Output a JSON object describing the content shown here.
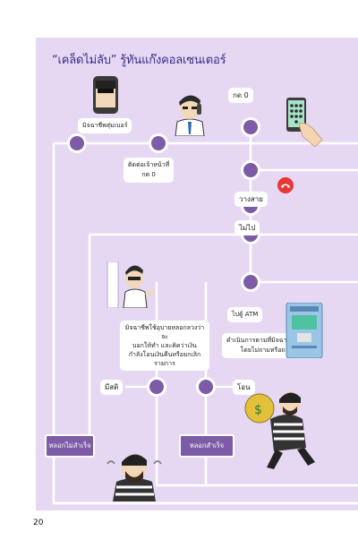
{
  "title": "“เคล็ดไม่ลับ” รู้ทันแก๊งคอลเซนเตอร์",
  "page_number": "20",
  "labels": {
    "random_number": "มิจฉาชีพสุ่มเบอร์",
    "contact_officer": "ติดต่อเจ้าหน้าที่\nกด 0",
    "press_0": "กด 0",
    "hang_up": "วางสาย",
    "dont": "ไม่ไป",
    "go_atm": "ไปตู้ ATM",
    "warning": "มิจฉาชีพใช้อุบายหลอกลวงว่าจะ\nบอกให้ทำ และคิดว่าเงิน\nกำลังโอนเงินคืนหรือยกเลิก\nรายการ",
    "follow_instructions": "ดำเนินการตามที่มิจฉาชีพบอก\nโดยไม่ถามหรือถาม",
    "has_sense": "มีสติ",
    "transfer": "โอน",
    "scam_failed": "หลอกไม่สำเร็จ",
    "scam_success": "หลอกสำเร็จ"
  },
  "icons": {
    "phone_person": "smartphone-masked-face-icon",
    "officer": "officer-on-phone-icon",
    "keypad": "phone-keypad-hand-icon",
    "hangup": "red-hangup-icon",
    "atm_person": "person-at-atm-icon",
    "atm": "atm-machine-icon",
    "thief": "thief-money-bag-icon",
    "angry": "angry-thief-icon"
  },
  "colors": {
    "panel": "#e6d8f3",
    "node": "#7d5ba6",
    "line": "#ffffff",
    "box": "#7d5ba6",
    "title": "#3a2a8a"
  }
}
